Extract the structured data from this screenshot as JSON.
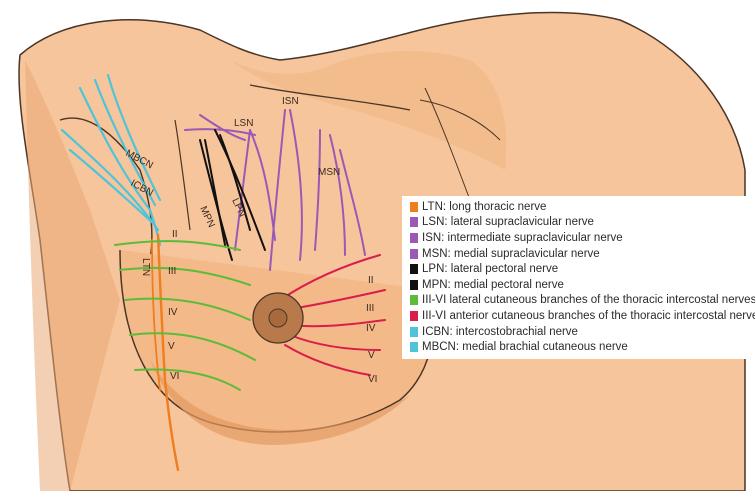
{
  "labels": {
    "isn": "ISN",
    "lsn": "LSN",
    "msn": "MSN",
    "mbcn": "MBCN",
    "icbn": "ICBN",
    "lpn": "LPN",
    "mpn": "MPN",
    "ltn": "LTN",
    "lateral_ribs": [
      "II",
      "III",
      "IV",
      "V",
      "VI"
    ],
    "anterior_ribs": [
      "II",
      "III",
      "IV",
      "V",
      "VI"
    ]
  },
  "legend": [
    {
      "text": "LTN: long thoracic nerve",
      "color": "#f07d1e"
    },
    {
      "text": "LSN: lateral supraclavicular nerve",
      "color": "#9b59b6"
    },
    {
      "text": "ISN: intermediate supraclavicular nerve",
      "color": "#9b59b6"
    },
    {
      "text": "MSN: medial supraclavicular nerve",
      "color": "#9b59b6"
    },
    {
      "text": "LPN: lateral pectoral nerve",
      "color": "#111111"
    },
    {
      "text": "MPN: medial pectoral nerve",
      "color": "#111111"
    },
    {
      "text": "III-VI lateral cutaneous branches of the thoracic intercostal nerves",
      "color": "#5dbb3a"
    },
    {
      "text": "III-VI anterior cutaneous branches of the thoracic intercostal nerves",
      "color": "#d81e4a"
    },
    {
      "text": "ICBN: intercostobrachial nerve",
      "color": "#4fc3d9"
    },
    {
      "text": "MBCN: medial brachial cutaneous nerve",
      "color": "#4fc3d9"
    }
  ],
  "colors": {
    "skin": "#f7c59b",
    "skin_shade": "#e9a877",
    "outline": "#4a3526",
    "areola": "#b87a4b",
    "purple": "#9b59b6",
    "green": "#5dbb3a",
    "red": "#d81e4a",
    "cyan": "#4fc3d9",
    "orange": "#f07d1e",
    "black": "#111111"
  }
}
